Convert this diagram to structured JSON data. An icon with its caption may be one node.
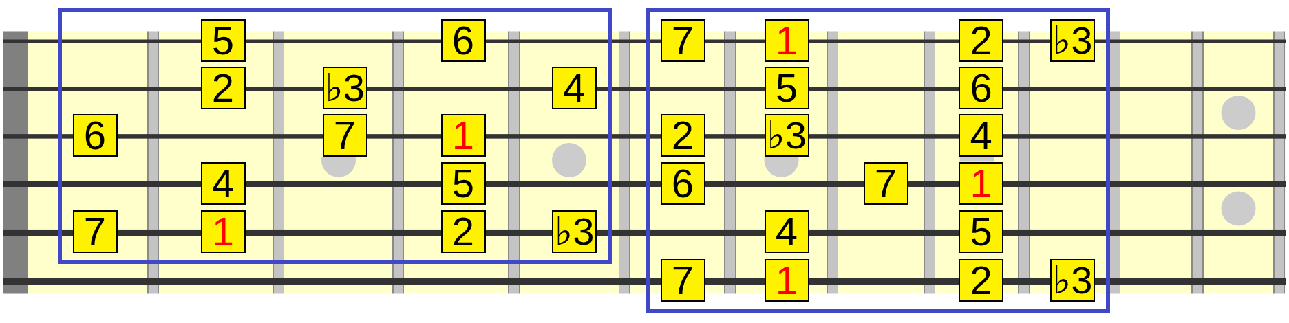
{
  "diagram": {
    "nodes": [
      {
        "text": [],
        "shape": "box"
      },
      {
        "text": [
          "5"
        ],
        "in": 0
      },
      {
        "text": [
          "6"
        ],
        "in": 0
      },
      {
        "text": [
          "2"
        ],
        "in": 0
      },
      {
        "text": [
          "♭3"
        ],
        "in": 0
      },
      {
        "text": [
          "4"
        ],
        "in": 0
      },
      {
        "text": [
          "6"
        ],
        "in": 0
      },
      {
        "text": [
          "7"
        ],
        "in": 0
      },
      {
        "text": [
          "1"
        ],
        "in": 0
      },
      {
        "text": [
          "4"
        ],
        "in": 0
      },
      {
        "text": [
          "5"
        ],
        "in": 0
      },
      {
        "text": [
          "7"
        ],
        "in": 0
      },
      {
        "text": [
          "1"
        ],
        "in": 0
      },
      {
        "text": [
          "2"
        ],
        "in": 0
      },
      {
        "text": [
          "♭3"
        ],
        "in": 0
      },
      {
        "text": [],
        "shape": "box"
      },
      {
        "text": [
          "7"
        ],
        "in": 15
      },
      {
        "text": [
          "1"
        ],
        "in": 15
      },
      {
        "text": [
          "2"
        ],
        "in": 15
      },
      {
        "text": [
          "♭3"
        ],
        "in": 15
      },
      {
        "text": [
          "5"
        ],
        "in": 15
      },
      {
        "text": [
          "6"
        ],
        "in": 15
      },
      {
        "text": [
          "2"
        ],
        "in": 15
      },
      {
        "text": [
          "♭3"
        ],
        "in": 15
      },
      {
        "text": [
          "4"
        ],
        "in": 15
      },
      {
        "text": [
          "6"
        ],
        "in": 15
      },
      {
        "text": [
          "7"
        ],
        "in": 15
      },
      {
        "text": [
          "1"
        ],
        "in": 15
      },
      {
        "text": [
          "4"
        ],
        "in": 15
      },
      {
        "text": [
          "5"
        ],
        "in": 15
      },
      {
        "text": [
          "7"
        ],
        "in": 15
      },
      {
        "text": [
          "1"
        ],
        "in": 15
      },
      {
        "text": [
          "2"
        ],
        "in": 15
      },
      {
        "text": [
          "♭3"
        ],
        "in": 15
      }
    ]
  }
}
